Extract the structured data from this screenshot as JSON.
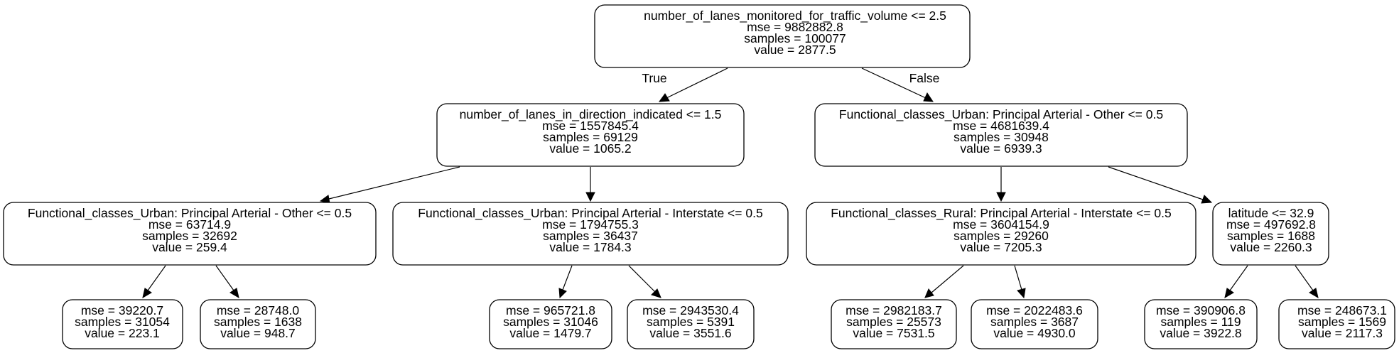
{
  "nodes": {
    "root": {
      "lines": [
        "number_of_lanes_monitored_for_traffic_volume <= 2.5",
        "mse = 9882882.8",
        "samples = 100077",
        "value = 2877.5"
      ]
    },
    "l": {
      "lines": [
        "number_of_lanes_in_direction_indicated <= 1.5",
        "mse = 1557845.4",
        "samples = 69129",
        "value = 1065.2"
      ]
    },
    "r": {
      "lines": [
        "Functional_classes_Urban: Principal Arterial - Other <= 0.5",
        "mse = 4681639.4",
        "samples = 30948",
        "value = 6939.3"
      ]
    },
    "ll": {
      "lines": [
        "Functional_classes_Urban: Principal Arterial - Other <= 0.5",
        "mse = 63714.9",
        "samples = 32692",
        "value = 259.4"
      ]
    },
    "lr": {
      "lines": [
        "Functional_classes_Urban: Principal Arterial - Interstate <= 0.5",
        "mse = 1794755.3",
        "samples = 36437",
        "value = 1784.3"
      ]
    },
    "rl": {
      "lines": [
        "Functional_classes_Rural: Principal Arterial - Interstate <= 0.5",
        "mse = 3604154.9",
        "samples = 29260",
        "value = 7205.3"
      ]
    },
    "rr": {
      "lines": [
        "latitude <= 32.9",
        "mse = 497692.8",
        "samples = 1688",
        "value = 2260.3"
      ]
    },
    "lll": {
      "lines": [
        "mse = 39220.7",
        "samples = 31054",
        "value = 223.1"
      ]
    },
    "llr": {
      "lines": [
        "mse = 28748.0",
        "samples = 1638",
        "value = 948.7"
      ]
    },
    "lrl": {
      "lines": [
        "mse = 965721.8",
        "samples = 31046",
        "value = 1479.7"
      ]
    },
    "lrr": {
      "lines": [
        "mse = 2943530.4",
        "samples = 5391",
        "value = 3551.6"
      ]
    },
    "rll": {
      "lines": [
        "mse = 2982183.7",
        "samples = 25573",
        "value = 7531.5"
      ]
    },
    "rlr": {
      "lines": [
        "mse = 2022483.6",
        "samples = 3687",
        "value = 4930.0"
      ]
    },
    "rrl": {
      "lines": [
        "mse = 390906.8",
        "samples = 119",
        "value = 3922.8"
      ]
    },
    "rrr": {
      "lines": [
        "mse = 248673.1",
        "samples = 1569",
        "value = 2117.3"
      ]
    }
  },
  "edge_labels": {
    "true": "True",
    "false": "False"
  }
}
